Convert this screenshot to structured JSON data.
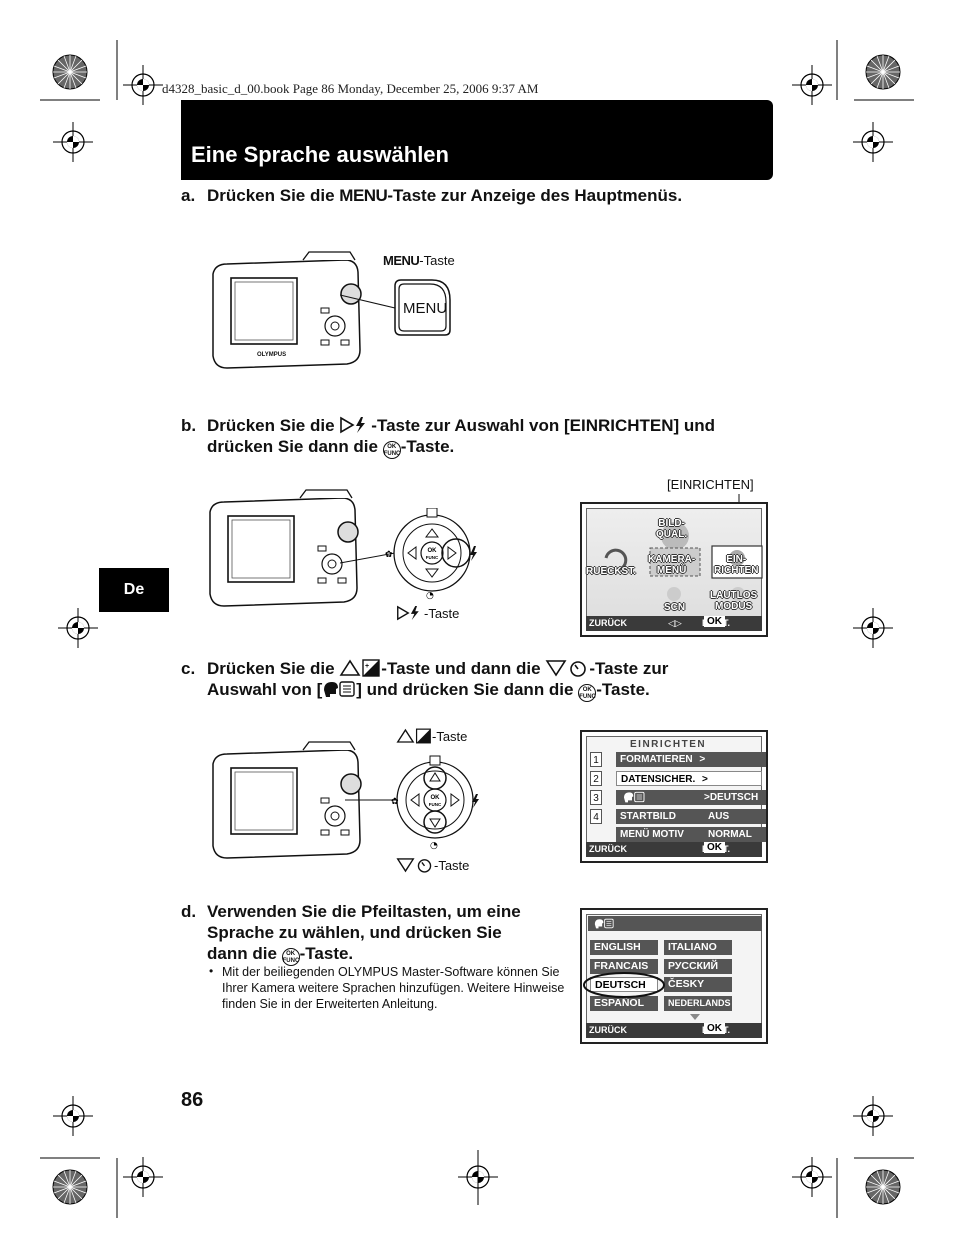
{
  "header": {
    "print_line": "d4328_basic_d_00.book  Page 86  Monday, December 25, 2006  9:37 AM",
    "title": "Eine Sprache auswählen"
  },
  "side_tab": "De",
  "page_number": "86",
  "steps": {
    "a": {
      "letter": "a.",
      "pre": "Drücken Sie die ",
      "menu_word": "MENU",
      "post": "-Taste zur Anzeige des Hauptmenüs.",
      "caption_key": "MENU",
      "caption_rest": "-Taste",
      "button_label": "MENU"
    },
    "b": {
      "letter": "b.",
      "line1_pre": "Drücken Sie die ",
      "line1_post": "-Taste zur Auswahl von [EINRICHTEN] und",
      "line2_pre": "drücken Sie dann die ",
      "line2_post": "-Taste.",
      "caption": "-Taste",
      "screen_caption": "[EINRICHTEN]"
    },
    "c": {
      "letter": "c.",
      "line1_pre": "Drücken Sie die ",
      "line1_mid": "-Taste und dann die ",
      "line1_post": "-Taste zur",
      "line2_pre": "Auswahl von [",
      "line2_mid": "] und drücken Sie dann die ",
      "line2_post": "-Taste.",
      "caption_up": "-Taste",
      "caption_down": "-Taste"
    },
    "d": {
      "letter": "d.",
      "line1": "Verwenden Sie die Pfeiltasten, um eine",
      "line2": "Sprache zu wählen, und drücken Sie",
      "line3_pre": "dann die ",
      "line3_post": "-Taste.",
      "note": "Mit der beiliegenden OLYMPUS Master-Software können Sie Ihrer Kamera weitere Sprachen hinzufügen. Weitere Hinweise finden Sie in der Erweiterten Anleitung."
    }
  },
  "ok_glyph": {
    "top": "OK",
    "bottom": "FUNC"
  },
  "camera_brand": "OLYMPUS",
  "screen_main": {
    "items": {
      "bild": "BILD-\nQUAL.",
      "kamera": "KAMERA-\nMENÜ",
      "rueck": "RUECKST.",
      "ein": "EIN-\nRICHTEN",
      "scn": "SCN",
      "lautlos": "LAUTLOS\nMODUS"
    },
    "footer_left": "ZURÜCK",
    "footer_mid": "◁▷",
    "footer_right": "EINST.",
    "footer_ok": "OK"
  },
  "screen_setup": {
    "title": "EINRICHTEN",
    "numbers": [
      "1",
      "2",
      "3",
      "4"
    ],
    "rows": [
      {
        "label": "FORMATIEREN",
        "value": ">"
      },
      {
        "label": "DATENSICHER.",
        "value": ">"
      },
      {
        "label": "",
        "value": ">DEUTSCH"
      },
      {
        "label": "STARTBILD",
        "value": "AUS"
      },
      {
        "label": "MENÜ MOTIV",
        "value": "NORMAL"
      }
    ],
    "footer_left": "ZURÜCK",
    "footer_right": "EINST.",
    "footer_ok": "OK"
  },
  "screen_lang": {
    "languages_left": [
      "ENGLISH",
      "FRANCAIS",
      "DEUTSCH",
      "ESPAÑOL"
    ],
    "languages_right": [
      "ITALIANO",
      "РУССКИЙ",
      "ČESKY",
      "NEDERLANDS"
    ],
    "footer_left": "ZURÜCK",
    "footer_right": "EINST.",
    "footer_ok": "OK"
  }
}
